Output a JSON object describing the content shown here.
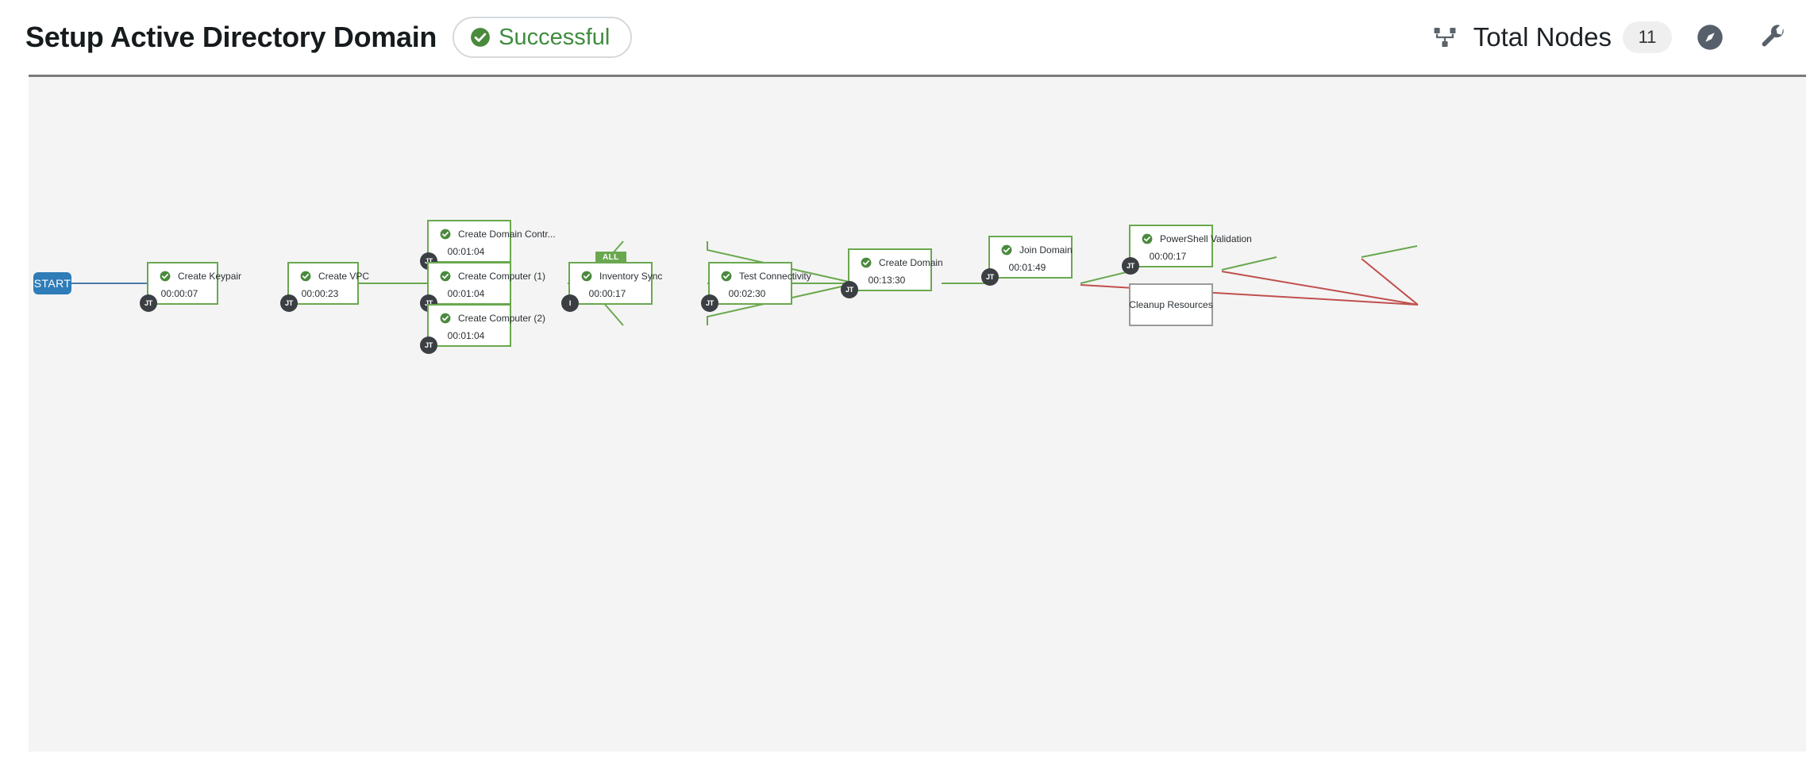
{
  "header": {
    "title": "Setup Active Directory Domain",
    "status": {
      "label": "Successful",
      "icon": "check-circle-icon",
      "color": "#3f8c3f"
    },
    "nodes_icon": "sitemap-icon",
    "total_nodes_label": "Total Nodes",
    "total_nodes_count": "11",
    "compass_icon": "compass-icon",
    "wrench_icon": "wrench-icon"
  },
  "canvas": {
    "background": "#f4f4f4",
    "start": {
      "label": "START",
      "color": "#2e7cb8"
    },
    "edge_colors": {
      "start": "#4b79a8",
      "success": "#6aa84f",
      "failure": "#c0504d"
    }
  },
  "graph": {
    "nodes": [
      {
        "id": "create-keypair",
        "title": "Create Keypair",
        "elapsed": "00:00:07",
        "status": "successful",
        "badge": "JT",
        "tag": null
      },
      {
        "id": "create-vpc",
        "title": "Create VPC",
        "elapsed": "00:00:23",
        "status": "successful",
        "badge": "JT",
        "tag": null
      },
      {
        "id": "create-domain-controller",
        "title": "Create Domain Contr...",
        "elapsed": "00:01:04",
        "status": "successful",
        "badge": "JT",
        "tag": null
      },
      {
        "id": "create-computer-1",
        "title": "Create Computer (1)",
        "elapsed": "00:01:04",
        "status": "successful",
        "badge": "JT",
        "tag": null
      },
      {
        "id": "create-computer-2",
        "title": "Create Computer (2)",
        "elapsed": "00:01:04",
        "status": "successful",
        "badge": "JT",
        "tag": null
      },
      {
        "id": "inventory-sync",
        "title": "Inventory Sync",
        "elapsed": "00:00:17",
        "status": "successful",
        "badge": "I",
        "tag": "ALL"
      },
      {
        "id": "test-connectivity",
        "title": "Test Connectivity",
        "elapsed": "00:02:30",
        "status": "successful",
        "badge": "JT",
        "tag": null
      },
      {
        "id": "create-domain",
        "title": "Create Domain",
        "elapsed": "00:13:30",
        "status": "successful",
        "badge": "JT",
        "tag": null
      },
      {
        "id": "join-domain",
        "title": "Join Domain",
        "elapsed": "00:01:49",
        "status": "successful",
        "badge": "JT",
        "tag": null
      },
      {
        "id": "powershell-validation",
        "title": "PowerShell Validation",
        "elapsed": "00:00:17",
        "status": "successful",
        "badge": "JT",
        "tag": null
      },
      {
        "id": "cleanup-resources",
        "title": "Cleanup Resources",
        "elapsed": "",
        "status": "never-ran",
        "badge": null,
        "tag": null
      }
    ],
    "edges": [
      {
        "from": "start",
        "to": "create-keypair",
        "type": "start"
      },
      {
        "from": "create-keypair",
        "to": "create-vpc",
        "type": "success"
      },
      {
        "from": "create-vpc",
        "to": "create-domain-controller",
        "type": "success"
      },
      {
        "from": "create-vpc",
        "to": "create-computer-1",
        "type": "success"
      },
      {
        "from": "create-vpc",
        "to": "create-computer-2",
        "type": "success"
      },
      {
        "from": "create-domain-controller",
        "to": "inventory-sync",
        "type": "success"
      },
      {
        "from": "create-computer-1",
        "to": "inventory-sync",
        "type": "success"
      },
      {
        "from": "create-computer-2",
        "to": "inventory-sync",
        "type": "success"
      },
      {
        "from": "inventory-sync",
        "to": "test-connectivity",
        "type": "success"
      },
      {
        "from": "test-connectivity",
        "to": "create-domain",
        "type": "success"
      },
      {
        "from": "test-connectivity",
        "to": "cleanup-resources",
        "type": "failure"
      },
      {
        "from": "create-domain",
        "to": "join-domain",
        "type": "success"
      },
      {
        "from": "create-domain",
        "to": "cleanup-resources",
        "type": "failure"
      },
      {
        "from": "join-domain",
        "to": "powershell-validation",
        "type": "success"
      },
      {
        "from": "join-domain",
        "to": "cleanup-resources",
        "type": "failure"
      }
    ]
  }
}
